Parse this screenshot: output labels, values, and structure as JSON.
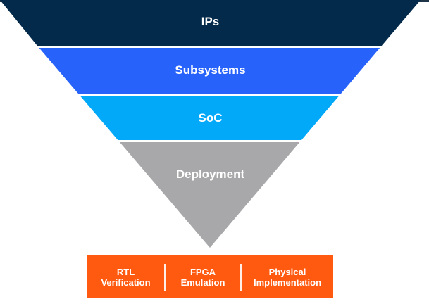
{
  "funnel": {
    "bands": [
      {
        "label": "IPs",
        "color": "#032A4A"
      },
      {
        "label": "Subsystems",
        "color": "#2762FA"
      },
      {
        "label": "SoC",
        "color": "#02A9F9"
      },
      {
        "label": "Deployment",
        "color": "#A8A8AA"
      }
    ]
  },
  "tools": {
    "color": "#FF5A0F",
    "items": [
      {
        "line1": "RTL",
        "line2": "Verification"
      },
      {
        "line1": "FPGA",
        "line2": "Emulation"
      },
      {
        "line1": "Physical",
        "line2": "Implementation"
      }
    ]
  }
}
